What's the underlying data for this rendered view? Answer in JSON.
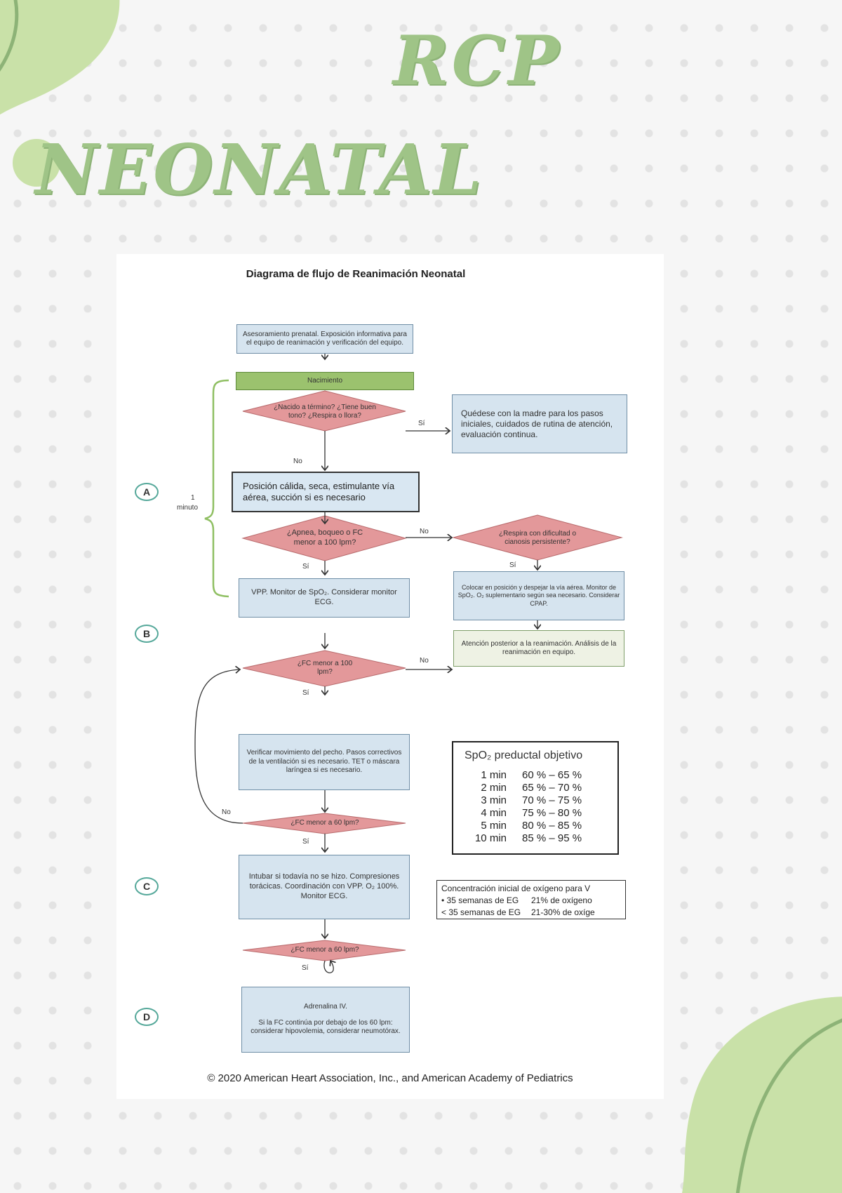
{
  "header": {
    "title_rcp": "RCP",
    "title_neonatal": "NEONATAL"
  },
  "diagram": {
    "title": "Diagrama de flujo de Reanimación Neonatal",
    "prenatal": "Asesoramiento prenatal. Exposición informativa para el equipo de reanimación y verificación del equipo.",
    "birth": "Nacimiento",
    "q_term": "¿Nacido a término? ¿Tiene buen tono? ¿Respira o llora?",
    "yes_mother": "Quédese con la madre para los pasos iniciales, cuidados de rutina de atención, evaluación continua.",
    "initial_steps": "Posición cálida, seca, estimulante vía aérea, succión si es necesario",
    "q_apnea": "¿Apnea, boqueo o FC menor a 100 lpm?",
    "q_breath": "¿Respira con dificultad o cianosis persistente?",
    "vpp": "VPP. Monitor de SpO₂. Considerar monitor ECG.",
    "position": "Colocar en posición y despejar la vía aérea. Monitor de SpO₂. O₂ suplementario según sea necesario. Considerar CPAP.",
    "q_fc100": "¿FC menor a 100 lpm?",
    "post_care": "Atención posterior a la reanimación. Análisis de la reanimación en equipo.",
    "verify": "Verificar movimiento del pecho. Pasos correctivos de la ventilación si es necesario. TET o máscara laríngea si es necesario.",
    "q_fc60a": "¿FC menor a 60 lpm?",
    "intubate": "Intubar si todavía no se hizo. Compresiones torácicas. Coordinación con VPP. O₂ 100%. Monitor ECG.",
    "q_fc60b": "¿FC menor a 60 lpm?",
    "adrenaline_title": "Adrenalina IV.",
    "adrenaline_body": "Si la FC continúa por debajo de los 60 lpm: considerar hipovolemia, considerar neumotórax.",
    "yes": "Sí",
    "no": "No",
    "one_minute_a": "1",
    "one_minute_b": "minuto",
    "labels": {
      "a": "A",
      "b": "B",
      "c": "C",
      "d": "D"
    }
  },
  "spo2_table": {
    "title": "SpO₂ preductal objetivo",
    "rows": [
      {
        "min": "1 min",
        "range": "60 % – 65 %"
      },
      {
        "min": "2 min",
        "range": "65 % – 70 %"
      },
      {
        "min": "3 min",
        "range": "70 % – 75 %"
      },
      {
        "min": "4 min",
        "range": "75 % – 80 %"
      },
      {
        "min": "5 min",
        "range": "80 % – 85 %"
      },
      {
        "min": "10 min",
        "range": "85 % – 95 %"
      }
    ]
  },
  "oxygen_table": {
    "title": "Concentración inicial de oxígeno para V",
    "rows": [
      {
        "ga": "• 35 semanas de EG",
        "conc": "21% de oxígeno"
      },
      {
        "ga": "< 35 semanas de EG",
        "conc": "21-30% de oxíge"
      }
    ]
  },
  "copyright": "© 2020 American Heart Association, Inc., and American Academy of Pediatrics",
  "colors": {
    "accent_green": "#9fc487",
    "blob_green": "#c9e1a8",
    "diamond_pink": "#e3989a",
    "box_blue": "#d6e4ef",
    "birth_green": "#9bc26e"
  }
}
